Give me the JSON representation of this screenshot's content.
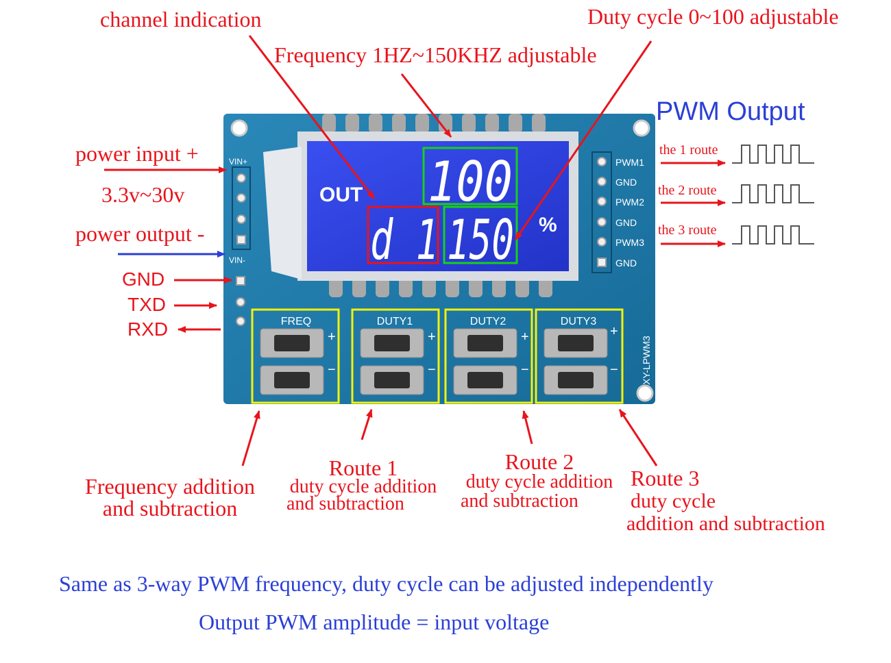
{
  "labels": {
    "channel_indication": "channel indication",
    "duty_cycle_range": "Duty cycle 0~100 adjustable",
    "frequency_range": "Frequency 1HZ~150KHZ adjustable",
    "pwm_output": "PWM Output",
    "power_input": "power input +",
    "voltage_range": "3.3v~30v",
    "power_output": "power output -",
    "gnd": "GND",
    "txd": "TXD",
    "rxd": "RXD",
    "route1_out": "the 1 route",
    "route2_out": "the 2 route",
    "route3_out": "the 3 route",
    "freq_adj_line1": "Frequency addition",
    "freq_adj_line2": "and subtraction",
    "route1_title": "Route 1",
    "route1_line1": "duty cycle addition",
    "route1_line2": "and subtraction",
    "route2_title": "Route 2",
    "route2_line1": "duty cycle addition",
    "route2_line2": "and subtraction",
    "route3_title": "Route 3",
    "route3_line1": "duty cycle",
    "route3_line2": "addition and subtraction",
    "note_line1": "Same as 3-way PWM frequency, duty cycle can be adjusted independently",
    "note_line2": "Output PWM amplitude = input voltage"
  },
  "board": {
    "model": "XY-LPWM3",
    "vin_plus": "VIN+",
    "vin_minus": "VIN-",
    "pins": [
      "PWM1",
      "GND",
      "PWM2",
      "GND",
      "PWM3",
      "GND"
    ],
    "button_groups": [
      "FREQ",
      "DUTY1",
      "DUTY2",
      "DUTY3"
    ],
    "plus": "+",
    "minus": "−"
  },
  "lcd": {
    "out": "OUT",
    "top_value": "100",
    "channel": "d 1",
    "bottom_value": "150",
    "unit": "%"
  },
  "colors": {
    "annotation": "#e8141c",
    "note": "#2b3fd6",
    "pcb": "#1f78a6",
    "lcd": "#2d3fe0",
    "highlight_green": "#17d117",
    "highlight_red": "#e8141c",
    "button_box": "#f2f20a"
  }
}
